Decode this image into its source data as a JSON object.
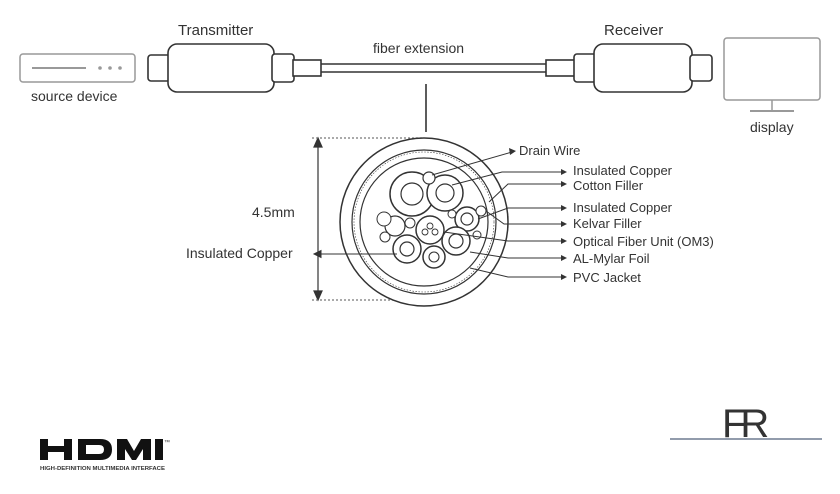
{
  "diagram": {
    "labels": {
      "transmitter": "Transmitter",
      "receiver": "Receiver",
      "fiber_extension": "fiber extension",
      "source_device": "source device",
      "display": "display",
      "diameter": "4.5mm",
      "insulated_copper_left": "Insulated Copper"
    },
    "callouts": [
      "Drain Wire",
      "Insulated Copper",
      "Cotton Filler",
      "Insulated Copper",
      "Kelvar Filler",
      "Optical Fiber Unit (OM3)",
      "AL-Mylar Foil",
      "PVC Jacket"
    ]
  },
  "logos": {
    "hdmi_wordmark": "HDMI",
    "hdmi_tm": "™",
    "hdmi_tagline": "HIGH-DEFINITION MULTIMEDIA INTERFACE",
    "brand_monogram": "FR"
  },
  "colors": {
    "line": "#333333",
    "device": "#999999",
    "jacket_fill": "#ffffff"
  }
}
